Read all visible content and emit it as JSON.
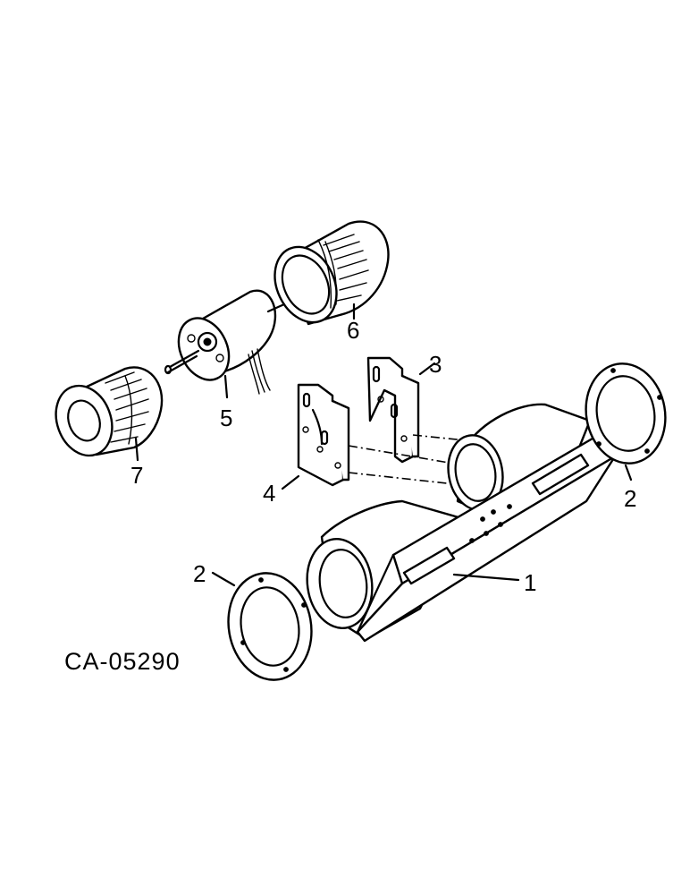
{
  "drawing": {
    "code": "CA-05290",
    "callouts": {
      "blower_housing": "1",
      "gasket_right": "2",
      "gasket_left": "2",
      "bracket_rear": "3",
      "bracket_front": "4",
      "motor": "5",
      "wheel_right": "6",
      "wheel_left": "7"
    }
  }
}
